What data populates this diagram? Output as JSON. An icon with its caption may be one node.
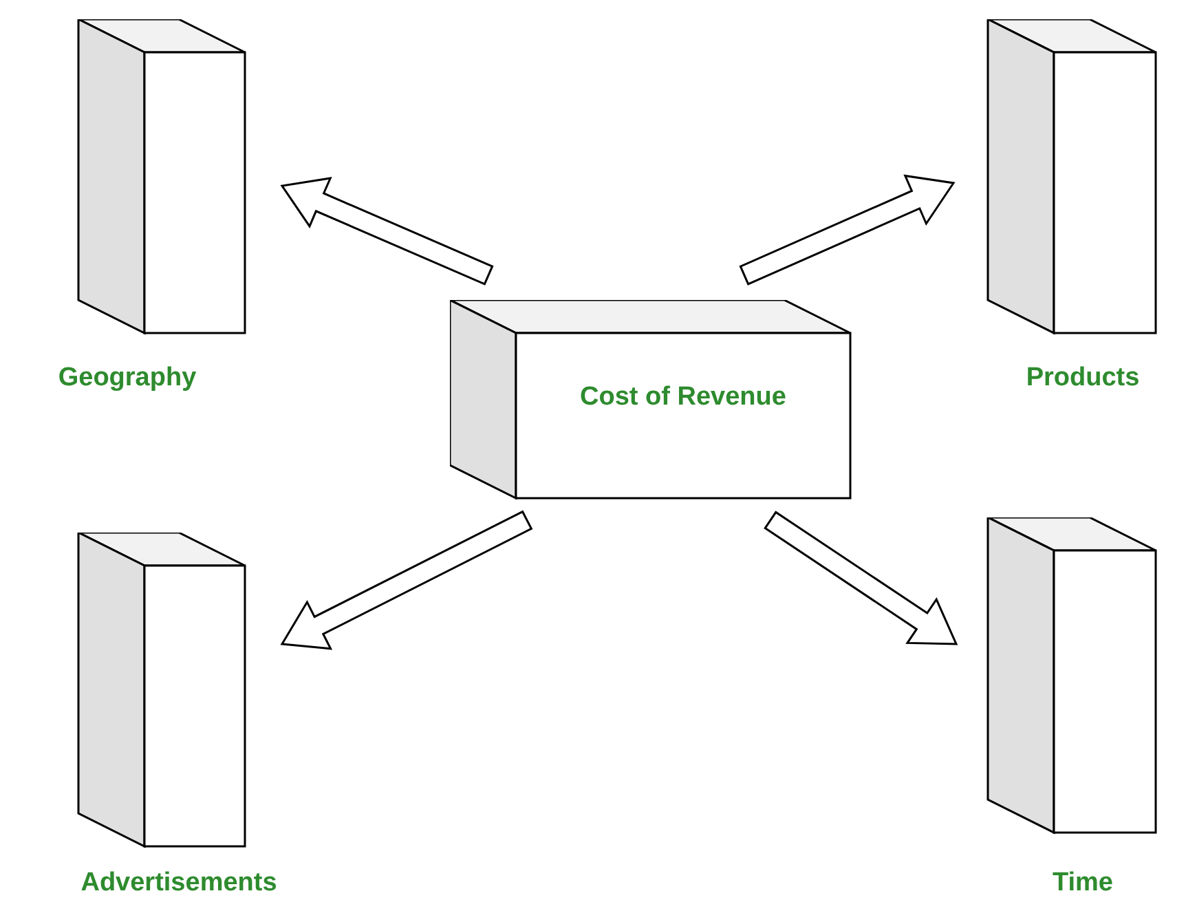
{
  "diagram": {
    "nodes": [
      {
        "text": [
          "Cost of Revenue"
        ]
      },
      {
        "text": [
          "Geography"
        ]
      },
      {
        "text": [
          "Products"
        ]
      },
      {
        "text": [
          "Advertisements"
        ]
      },
      {
        "text": [
          "Time"
        ]
      }
    ],
    "edges": [
      {
        "from": 0,
        "to": 1,
        "arrow": "to"
      },
      {
        "from": 0,
        "to": 2,
        "arrow": "to"
      },
      {
        "from": 0,
        "to": 3,
        "arrow": "to"
      },
      {
        "from": 0,
        "to": 4,
        "arrow": "to"
      }
    ]
  }
}
